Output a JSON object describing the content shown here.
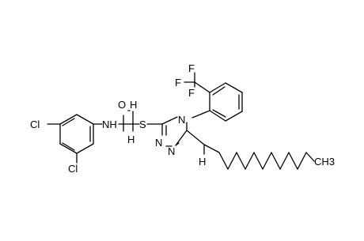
{
  "molecule": {
    "atom_labels": {
      "cl_top": "Cl",
      "cl_bottom": "Cl",
      "nh": "NH",
      "o": "O",
      "h_oh": "H",
      "h_ch2": "H",
      "s": "S",
      "n4": "N",
      "n1": "N",
      "n2": "N",
      "f_a": "F",
      "f_b": "F",
      "f_c": "F",
      "h_chain": "H",
      "ch3": "CH3"
    },
    "colors": {
      "ink": "#000000",
      "background": "#ffffff"
    }
  }
}
